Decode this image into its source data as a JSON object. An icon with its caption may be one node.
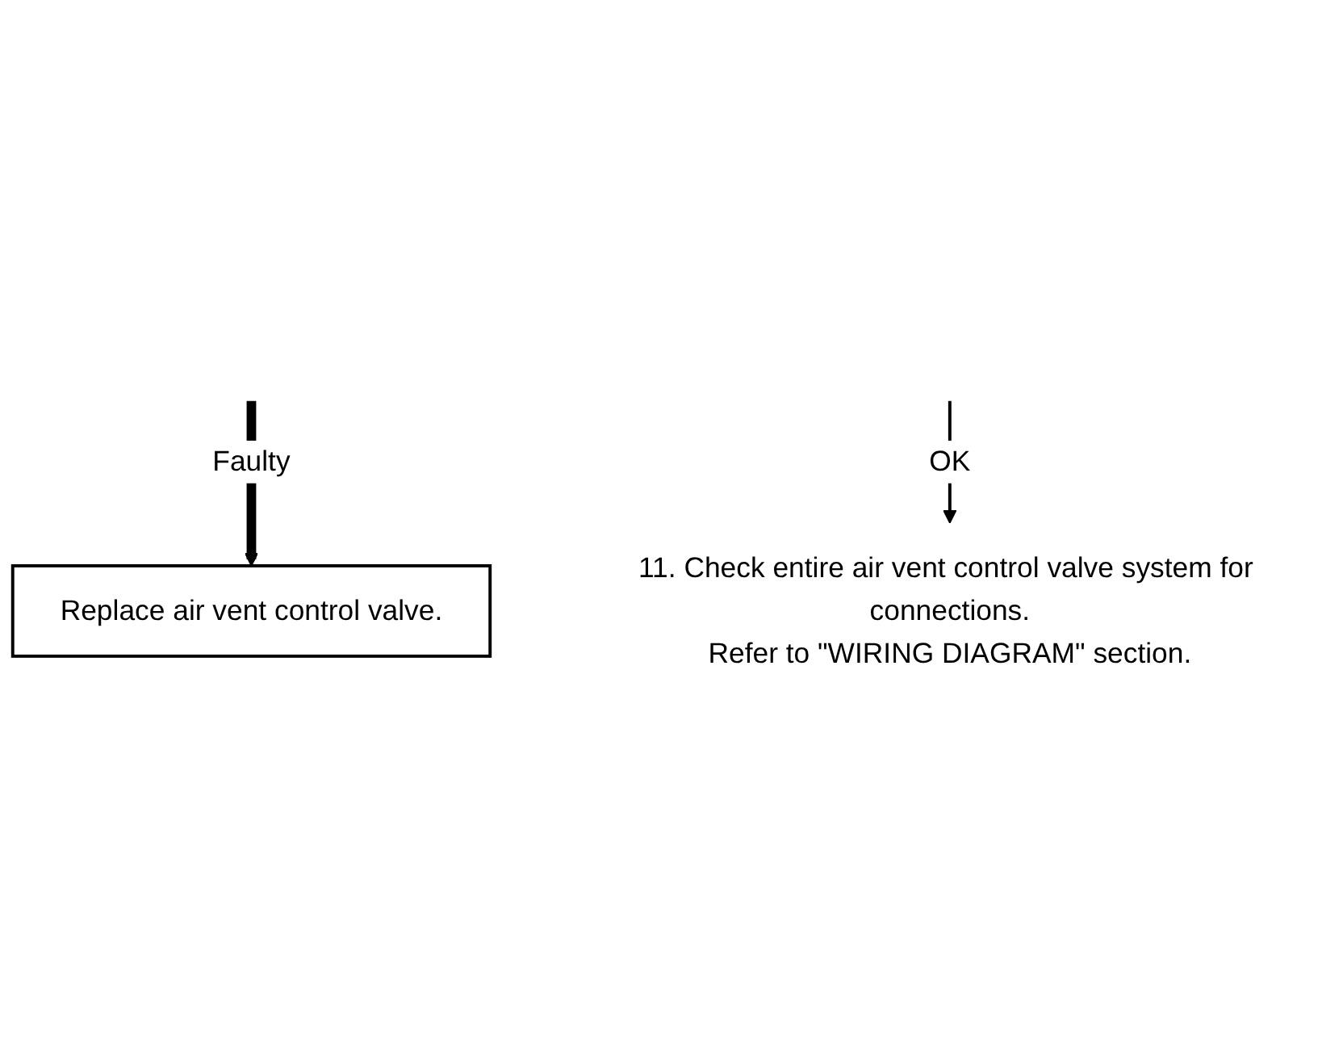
{
  "diagram": {
    "nodes": [
      {
        "text": [
          "Replace air vent control valve."
        ]
      },
      {
        "text": [
          "11. Check entire air vent control valve system for connections.",
          "Refer to \"WIRING DIAGRAM\" section."
        ]
      }
    ],
    "edges": [
      {
        "from": null,
        "to": 1,
        "arrow": "to",
        "label": "OK"
      },
      {
        "from": null,
        "to": 0,
        "arrow": "to",
        "label": "Faulty",
        "style": "thick"
      }
    ]
  }
}
